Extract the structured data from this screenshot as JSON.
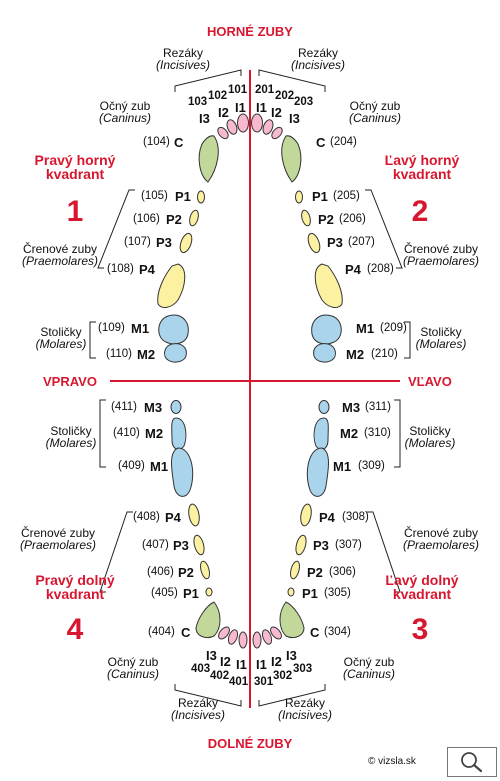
{
  "title_top": "HORNÉ ZUBY",
  "title_bottom": "DOLNÉ ZUBY",
  "side_left": "VPRAVO",
  "side_right": "VĽAVO",
  "quadrants": {
    "q1": {
      "name_l1": "Pravý horný",
      "name_l2": "kvadrant",
      "number": "1"
    },
    "q2": {
      "name_l1": "Ľavý horný",
      "name_l2": "kvadrant",
      "number": "2"
    },
    "q3": {
      "name_l1": "Ľavý dolný",
      "name_l2": "kvadrant",
      "number": "3"
    },
    "q4": {
      "name_l1": "Pravý dolný",
      "name_l2": "kvadrant",
      "number": "4"
    }
  },
  "groups": {
    "incisors": {
      "name": "Rezáky",
      "latin": "(Incisives)"
    },
    "canine": {
      "name": "Očný zub",
      "latin": "(Caninus)"
    },
    "premolars": {
      "name": "Črenové zuby",
      "latin": "(Praemolares)"
    },
    "molars": {
      "name": "Stoličky",
      "latin": "(Molares)"
    }
  },
  "teeth": {
    "upper_right": {
      "c": {
        "label": "C",
        "fdi": "(104)"
      },
      "p1": {
        "label": "P1",
        "fdi": "(105)"
      },
      "p2": {
        "label": "P2",
        "fdi": "(106)"
      },
      "p3": {
        "label": "P3",
        "fdi": "(107)"
      },
      "p4": {
        "label": "P4",
        "fdi": "(108)"
      },
      "m1": {
        "label": "M1",
        "fdi": "(109)"
      },
      "m2": {
        "label": "M2",
        "fdi": "(110)"
      },
      "i1": {
        "label": "I1",
        "num": "101"
      },
      "i2": {
        "label": "I2",
        "num": "102"
      },
      "i3": {
        "label": "I3",
        "num": "103"
      }
    },
    "upper_left": {
      "c": {
        "label": "C",
        "fdi": "(204)"
      },
      "p1": {
        "label": "P1",
        "fdi": "(205)"
      },
      "p2": {
        "label": "P2",
        "fdi": "(206)"
      },
      "p3": {
        "label": "P3",
        "fdi": "(207)"
      },
      "p4": {
        "label": "P4",
        "fdi": "(208)"
      },
      "m1": {
        "label": "M1",
        "fdi": "(209)"
      },
      "m2": {
        "label": "M2",
        "fdi": "(210)"
      },
      "i1": {
        "label": "I1",
        "num": "201"
      },
      "i2": {
        "label": "I2",
        "num": "202"
      },
      "i3": {
        "label": "I3",
        "num": "203"
      }
    },
    "lower_right": {
      "m3": {
        "label": "M3",
        "fdi": "(411)"
      },
      "m2": {
        "label": "M2",
        "fdi": "(410)"
      },
      "m1": {
        "label": "M1",
        "fdi": "(409)"
      },
      "p4": {
        "label": "P4",
        "fdi": "(408)"
      },
      "p3": {
        "label": "P3",
        "fdi": "(407)"
      },
      "p2": {
        "label": "P2",
        "fdi": "(406)"
      },
      "p1": {
        "label": "P1",
        "fdi": "(405)"
      },
      "c": {
        "label": "C",
        "fdi": "(404)"
      },
      "i1": {
        "label": "I1",
        "num": "401"
      },
      "i2": {
        "label": "I2",
        "num": "402"
      },
      "i3": {
        "label": "I3",
        "num": "403"
      }
    },
    "lower_left": {
      "m3": {
        "label": "M3",
        "fdi": "(311)"
      },
      "m2": {
        "label": "M2",
        "fdi": "(310)"
      },
      "m1": {
        "label": "M1",
        "fdi": "(309)"
      },
      "p4": {
        "label": "P4",
        "fdi": "(308)"
      },
      "p3": {
        "label": "P3",
        "fdi": "(307)"
      },
      "p2": {
        "label": "P2",
        "fdi": "(306)"
      },
      "p1": {
        "label": "P1",
        "fdi": "(305)"
      },
      "c": {
        "label": "C",
        "fdi": "(304)"
      },
      "i1": {
        "label": "I1",
        "num": "301"
      },
      "i2": {
        "label": "I2",
        "num": "302"
      },
      "i3": {
        "label": "I3",
        "num": "303"
      }
    }
  },
  "copyright": "© vizsla.sk",
  "colors": {
    "accent_red": "#d7172f",
    "incisor": "#f6b9cf",
    "canine": "#c2d79a",
    "premolar": "#fbf1a0",
    "molar": "#a9d4ec",
    "outline": "#333333"
  },
  "icons": {
    "zoom": "magnifier-icon"
  }
}
